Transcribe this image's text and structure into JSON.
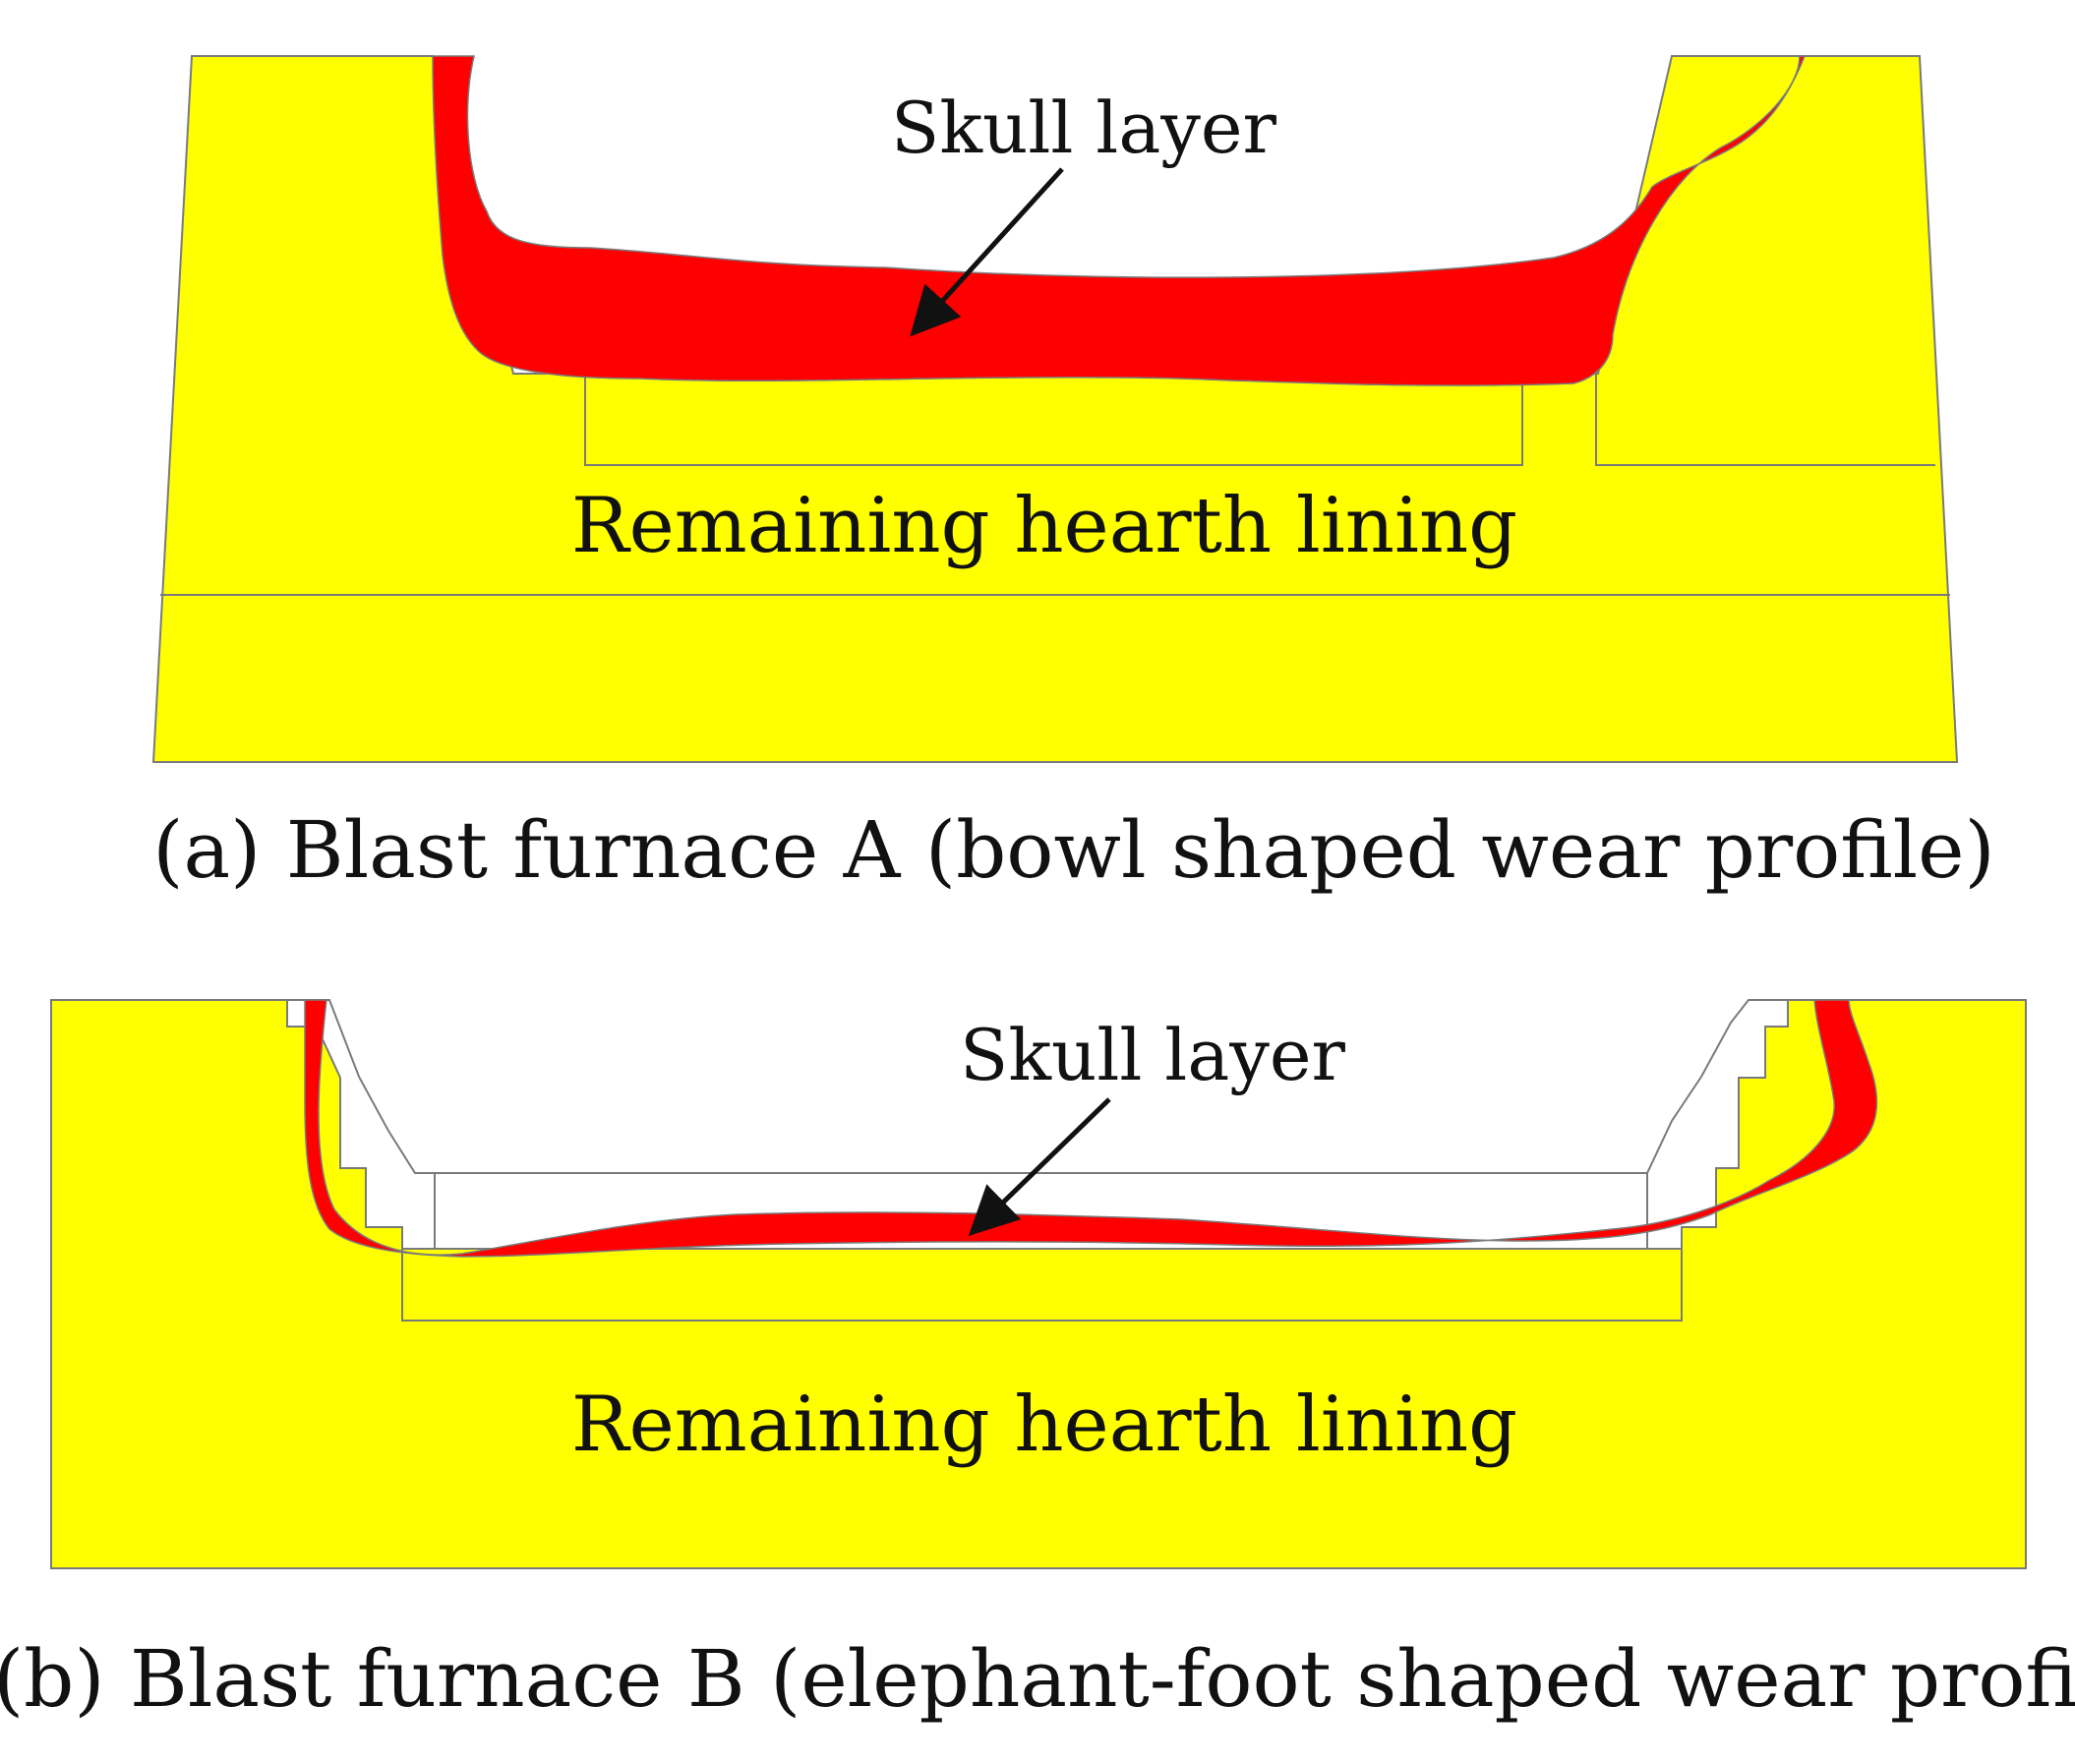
{
  "colors": {
    "hearth_lining": "#ffff00",
    "skull_layer": "#ff0000",
    "outline": "#7a7a7a",
    "text": "#111111",
    "background": "#ffffff"
  },
  "panel_a": {
    "skull_label": "Skull layer",
    "lining_label": "Remaining hearth lining",
    "caption": "(a) Blast furnace A (bowl shaped wear profile)"
  },
  "panel_b": {
    "skull_label": "Skull layer",
    "lining_label": "Remaining hearth lining",
    "caption": "(b) Blast furnace B (elephant-foot shaped wear profile)"
  }
}
